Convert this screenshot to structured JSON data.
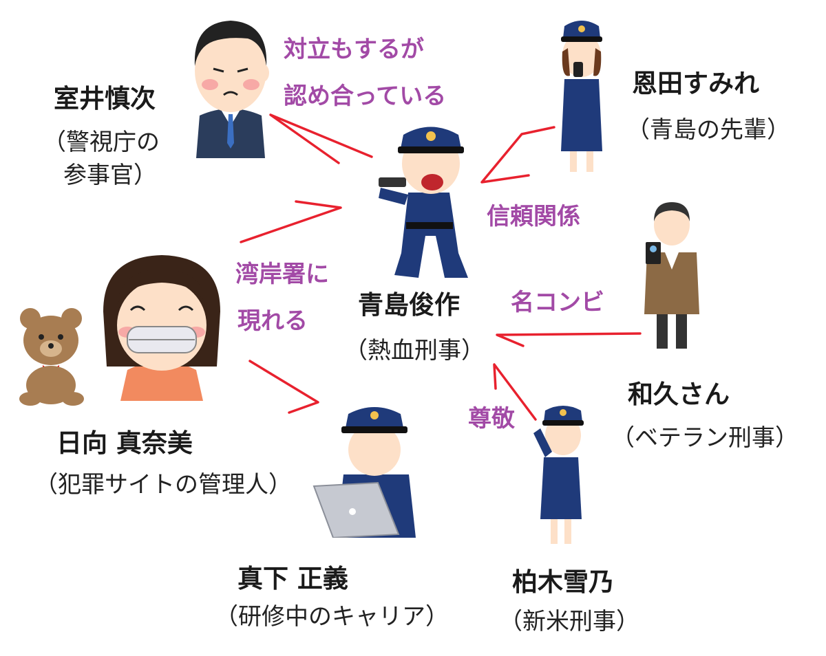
{
  "center": {
    "name": "青島俊作",
    "role": "（熱血刑事）"
  },
  "muroi": {
    "name": "室井慎次",
    "role_line1": "（警視庁の",
    "role_line2": "参事官）"
  },
  "onda": {
    "name": "恩田すみれ",
    "role": "（青島の先輩）"
  },
  "waku": {
    "name": "和久さん",
    "role": "（ベテラン刑事）"
  },
  "hinata": {
    "name": "日向 真奈美",
    "role": "（犯罪サイトの管理人）"
  },
  "mashita": {
    "name": "真下 正義",
    "role": "（研修中のキャリア）"
  },
  "kashiwagi": {
    "name": "柏木雪乃",
    "role": "（新米刑事）"
  },
  "relations": {
    "muroi_line1": "対立もするが",
    "muroi_line2": "認め合っている",
    "onda": "信頼関係",
    "waku": "名コンビ",
    "hinata_line1": "湾岸署に",
    "hinata_line2": "現れる",
    "kashiwagi": "尊敬"
  },
  "colors": {
    "arrow": "#e8212e",
    "label": "#a24aa6",
    "uniform": "#1f3a7a"
  }
}
